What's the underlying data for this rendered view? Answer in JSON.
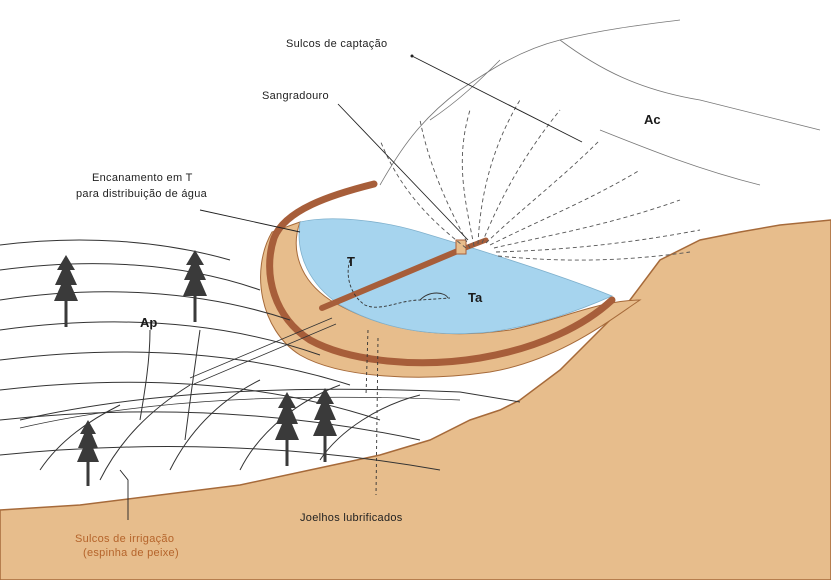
{
  "labels": {
    "sulcos_captacao": "Sulcos de captação",
    "sangradouro": "Sangradouro",
    "encanamento_line1": "Encanamento em T",
    "encanamento_line2": "para distribuição de água",
    "sulcos_irrigacao_line1": "Sulcos de irrigação",
    "sulcos_irrigacao_line2": "(espinha de peixe)",
    "joelhos": "Joelhos lubrificados"
  },
  "area_codes": {
    "ac": "Ac",
    "ap": "Ap",
    "ta": "Ta",
    "t": "T"
  },
  "colors": {
    "soil": "#e7bd8c",
    "soil_edge": "#a66a3a",
    "water": "#a6d4ee",
    "dam": "#a75e3a",
    "lines": "#333333",
    "tree": "#3a3a3a",
    "label_orange": "#b5642b"
  },
  "icons": [
    "tree-icon"
  ]
}
